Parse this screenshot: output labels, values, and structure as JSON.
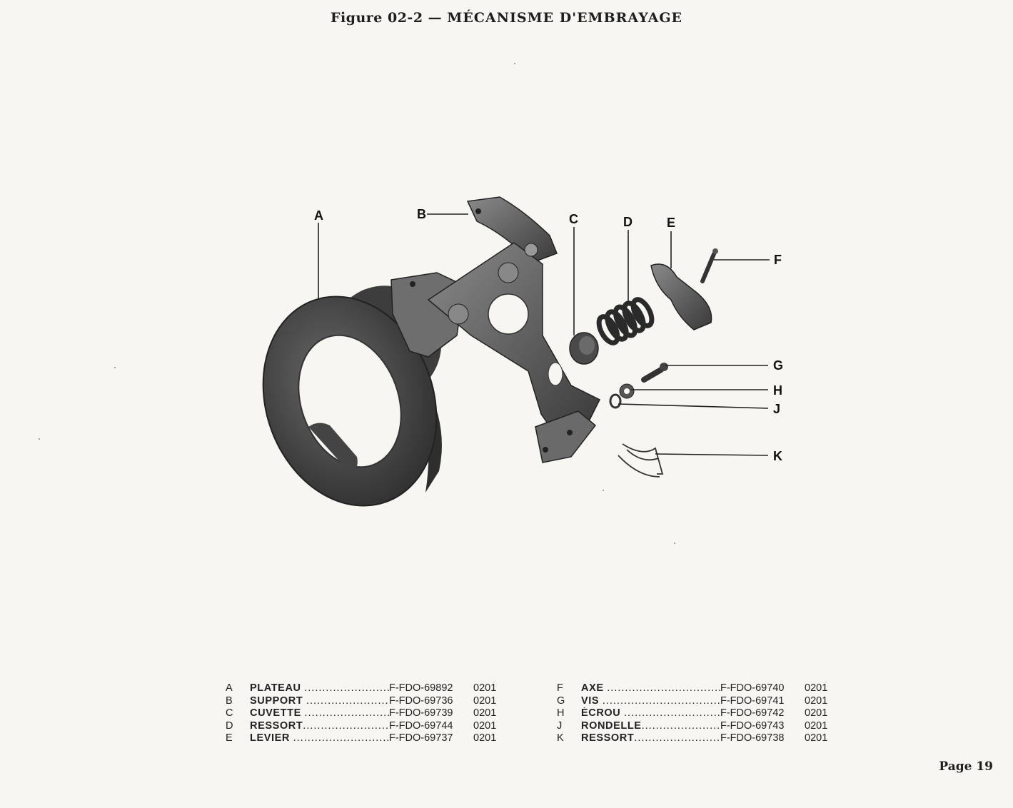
{
  "header": {
    "figure": "Figure 02-2",
    "dash": "—",
    "name": "MÉCANISME D'EMBRAYAGE"
  },
  "callouts": [
    "A",
    "B",
    "C",
    "D",
    "E",
    "F",
    "G",
    "H",
    "J",
    "K"
  ],
  "parts_left": [
    {
      "letter": "A",
      "name": "PLATEAU",
      "ref": "F-FDO-69892",
      "code": "0201"
    },
    {
      "letter": "B",
      "name": "SUPPORT",
      "ref": "F-FDO-69736",
      "code": "0201"
    },
    {
      "letter": "C",
      "name": "CUVETTE",
      "ref": "F-FDO-69739",
      "code": "0201"
    },
    {
      "letter": "D",
      "name": "RESSORT",
      "ref": "F-FDO-69744",
      "code": "0201"
    },
    {
      "letter": "E",
      "name": "LEVIER",
      "ref": "F-FDO-69737",
      "code": "0201"
    }
  ],
  "parts_right": [
    {
      "letter": "F",
      "name": "AXE",
      "ref": "F-FDO-69740",
      "code": "0201"
    },
    {
      "letter": "G",
      "name": "VIS",
      "ref": "F-FDO-69741",
      "code": "0201"
    },
    {
      "letter": "H",
      "name": "ÉCROU",
      "ref": "F-FDO-69742",
      "code": "0201"
    },
    {
      "letter": "J",
      "name": "RONDELLE",
      "ref": "F-FDO-69743",
      "code": "0201"
    },
    {
      "letter": "K",
      "name": "RESSORT",
      "ref": "F-FDO-69738",
      "code": "0201"
    }
  ],
  "page": "Page 19"
}
